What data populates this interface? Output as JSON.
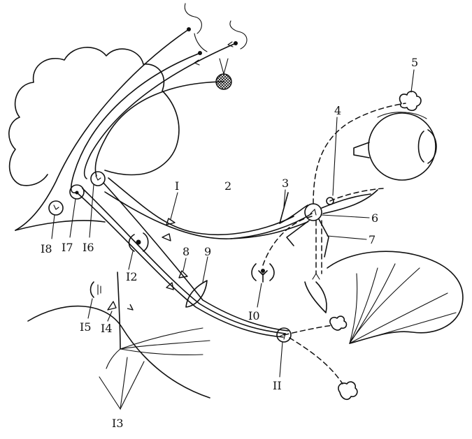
{
  "labels": {
    "l1": "I",
    "l2": "2",
    "l3": "3",
    "l4": "4",
    "l5": "5",
    "l6": "6",
    "l7": "7",
    "l8": "8",
    "l9": "9",
    "l10": "I0",
    "l11": "II",
    "l12": "I2",
    "l13": "I3",
    "l14": "I4",
    "l15": "I5",
    "l16": "I6",
    "l17": "I7",
    "l18": "I8"
  }
}
